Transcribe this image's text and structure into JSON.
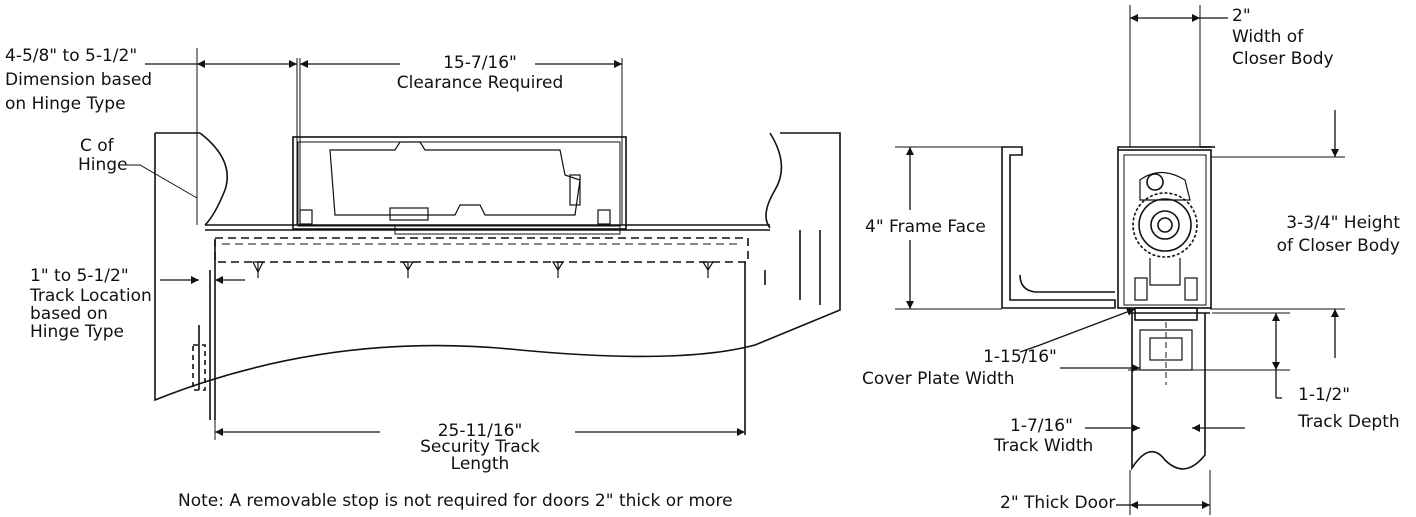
{
  "left_view": {
    "hinge_dim": [
      "4-5/8\" to 5-1/2\"",
      "Dimension based",
      "on Hinge Type"
    ],
    "clearance": [
      "15-7/16\"",
      "Clearance Required"
    ],
    "hinge_cl": [
      "C of",
      "Hinge"
    ],
    "track_location": [
      "1\" to 5-1/2\"",
      "Track Location",
      "based on",
      "Hinge Type"
    ],
    "security_track": [
      "25-11/16\"",
      "Security Track",
      "Length"
    ],
    "note": "Note: A removable stop is not required for doors 2\" thick or more"
  },
  "right_view": {
    "closer_width": [
      "2\"",
      "Width of",
      "Closer Body"
    ],
    "frame_face": "4\" Frame Face",
    "closer_height": [
      "3-3/4\" Height",
      "of Closer Body"
    ],
    "cover_plate": [
      "1-15/16\"",
      "Cover Plate Width"
    ],
    "track_depth": [
      "1-1/2\"",
      "Track Depth"
    ],
    "track_width": [
      "1-7/16\"",
      "Track Width"
    ],
    "door_thickness": "2\" Thick Door"
  }
}
